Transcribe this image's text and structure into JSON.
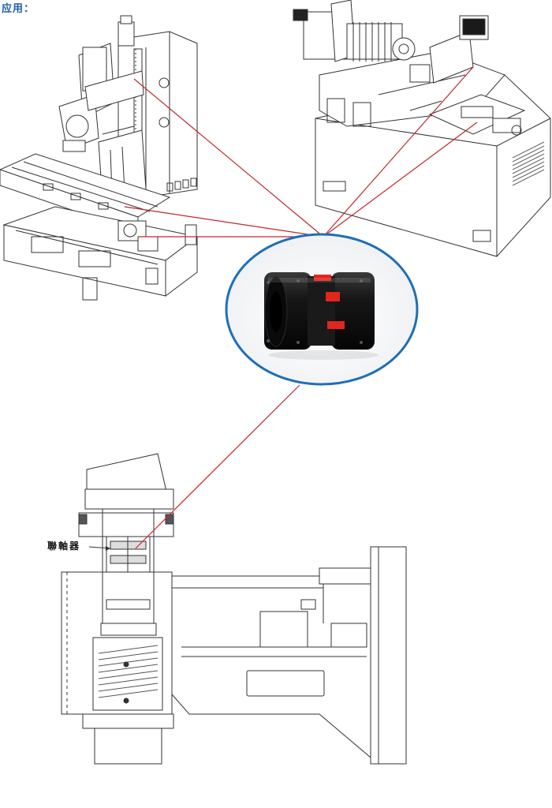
{
  "header": {
    "title": "应用："
  },
  "labels": {
    "coupling_callout": "聯軸器"
  },
  "colors": {
    "accent": "#1f5fa8",
    "connector": "#c0272d",
    "ring": "#1e6fb8",
    "coupling_body": "#141414",
    "spider": "#e1261c"
  },
  "components": {
    "vertical_machining_center": "drawing",
    "cnc_lathe": "drawing",
    "jaw_coupling_photo": "product-photo",
    "spindle_section_drawing": "drawing"
  }
}
